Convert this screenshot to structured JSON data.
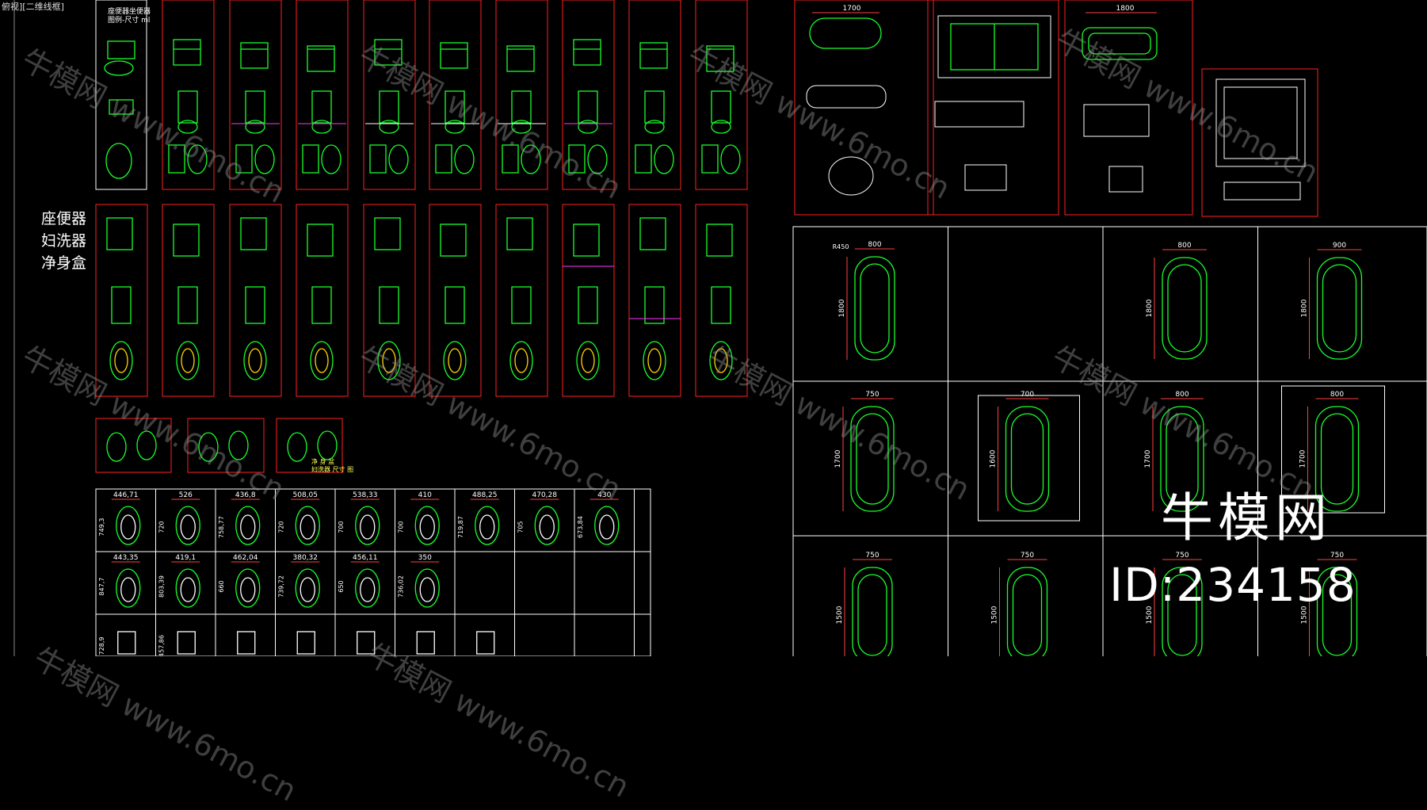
{
  "viewport": {
    "label": "俯视][二维线框]"
  },
  "library": {
    "category_label_lines": [
      "座便器",
      "妇洗器",
      "净身盒"
    ],
    "title_block_lines": [
      "座便器坐便器",
      "图例-尺寸 ml"
    ],
    "caption_lines": [
      "净 身 盆",
      "妇洗器 尺寸 图"
    ]
  },
  "toilet_grid": {
    "row1_dims": [
      "446,71",
      "526",
      "436,8",
      "508,05",
      "538,33",
      "410",
      "488,25",
      "470,28",
      "430"
    ],
    "row1_heights": [
      "749,3",
      "720",
      "758,77",
      "720",
      "700",
      "700",
      "719,87",
      "705",
      "673,84"
    ],
    "row2_dims": [
      "443,35",
      "419,1",
      "462,04",
      "380,32",
      "456,11",
      "350"
    ],
    "row2_heights": [
      "847,7",
      "803,39",
      "660",
      "739,72",
      "650",
      "736,02"
    ],
    "row3_heights": [
      "728,9",
      "457,86"
    ]
  },
  "bathtubs_top": {
    "dims": [
      "1700",
      "1800"
    ]
  },
  "bathtubs_bottom": {
    "row1": [
      {
        "width": "800",
        "length": "1800",
        "extra": "R450"
      },
      {
        "width": "800",
        "length": "1800"
      },
      {
        "width": "900",
        "length": "1800"
      }
    ],
    "row2": [
      {
        "width": "750",
        "length": "1700"
      },
      {
        "width": "700",
        "length": "1600"
      },
      {
        "width": "800",
        "length": "1700"
      },
      {
        "width": "800",
        "length": "1700"
      }
    ],
    "row3": [
      {
        "width": "750",
        "length": "1500"
      },
      {
        "width": "750",
        "length": "1500"
      },
      {
        "width": "750",
        "length": "1500"
      },
      {
        "width": "750",
        "length": "1500"
      }
    ]
  },
  "watermark": {
    "text_cn": "牛模网",
    "url": "www.6mo.cn"
  },
  "brand": {
    "name": "牛模网",
    "id": "ID:234158"
  },
  "colors": {
    "background": "#000000",
    "frame_red": "#ff2020",
    "block_green": "#19ff2b",
    "line_white": "#ffffff",
    "line_yellow": "#ffd400",
    "line_magenta": "#ff33ff",
    "line_cyan": "#28e0ff"
  }
}
